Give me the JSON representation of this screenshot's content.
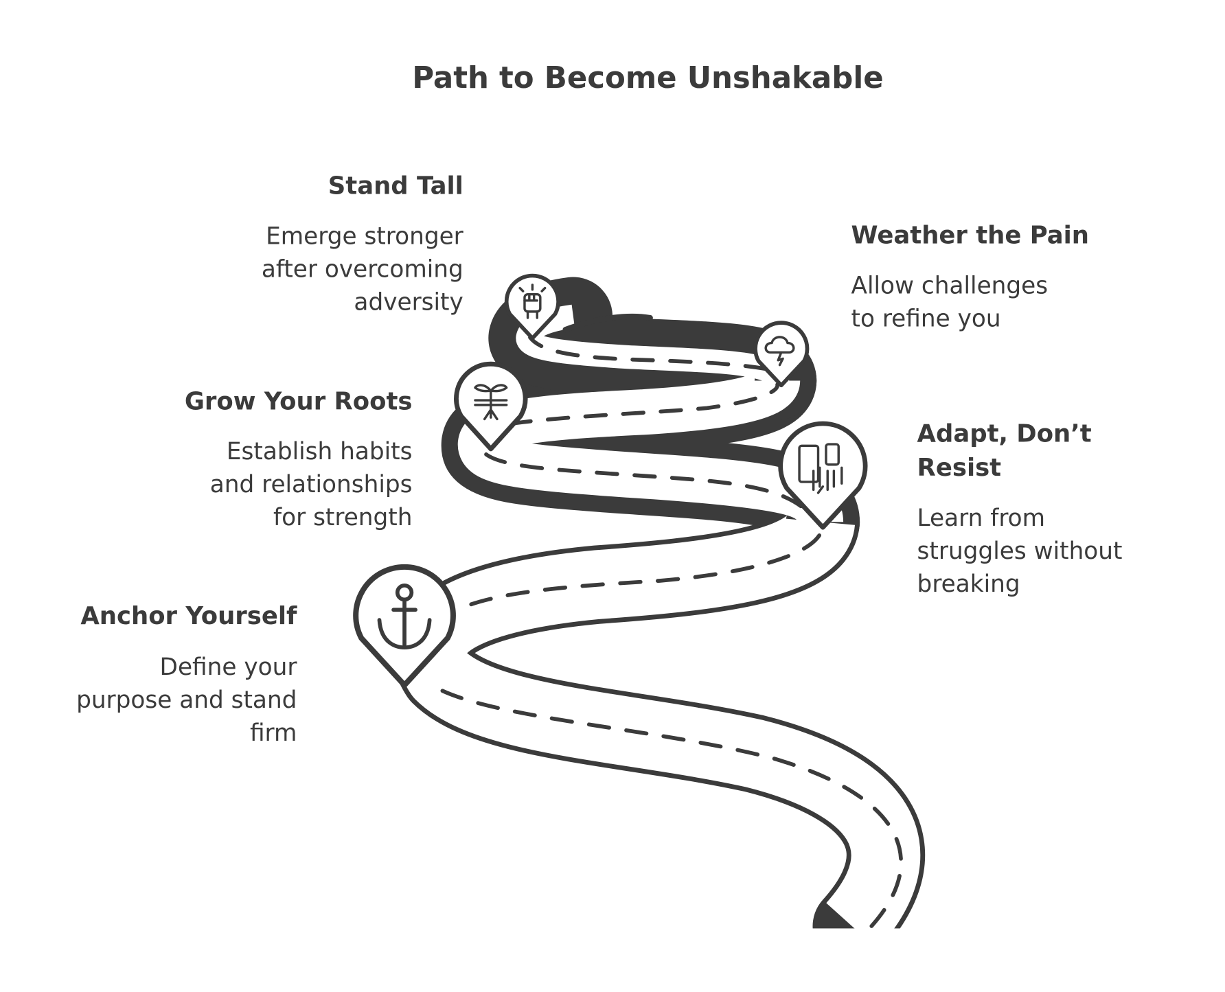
{
  "title": "Path to Become Unshakable",
  "colors": {
    "ink": "#3b3b3b",
    "background": "#ffffff"
  },
  "steps": [
    {
      "heading": [
        "Anchor Yourself"
      ],
      "description": [
        "Define your",
        "purpose and stand",
        "firm"
      ],
      "icon": "anchor-icon"
    },
    {
      "heading": [
        "Grow Your Roots"
      ],
      "description": [
        "Establish habits",
        "and relationships",
        "for strength"
      ],
      "icon": "sprout-roots-icon"
    },
    {
      "heading": [
        "Adapt, Don’t",
        "Resist"
      ],
      "description": [
        "Learn from",
        "struggles without",
        "breaking"
      ],
      "icon": "adaptive-devices-icon"
    },
    {
      "heading": [
        "Weather the Pain"
      ],
      "description": [
        "Allow challenges",
        "to refine you"
      ],
      "icon": "storm-cloud-icon"
    },
    {
      "heading": [
        "Stand Tall"
      ],
      "description": [
        "Emerge stronger",
        "after overcoming",
        "adversity"
      ],
      "icon": "raised-fist-icon"
    }
  ]
}
